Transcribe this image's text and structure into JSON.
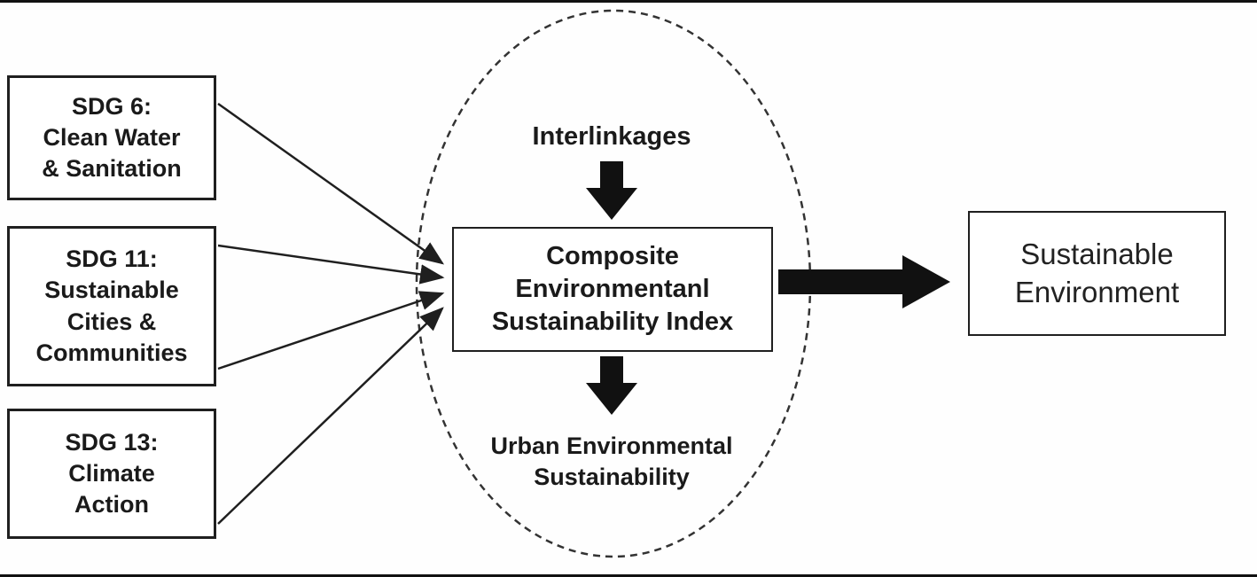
{
  "boxes": {
    "sdg6": {
      "label": "SDG 6:\nClean Water\n& Sanitation"
    },
    "sdg11": {
      "label": "SDG 11:\nSustainable\nCities &\nCommunities"
    },
    "sdg13": {
      "label": "SDG 13:\nClimate\nAction"
    },
    "composite_index": {
      "label": "Composite\nEnvironmentanl\nSustainability Index"
    },
    "sustainable_environment": {
      "label": "Sustainable\nEnvironment"
    }
  },
  "labels": {
    "interlinkages": "Interlinkages",
    "urban_environmental_sustainability": "Urban Environmental\nSustainability"
  },
  "colors": {
    "line": "#1f1f1f",
    "text": "#1a1a1a",
    "background": "#ffffff"
  }
}
